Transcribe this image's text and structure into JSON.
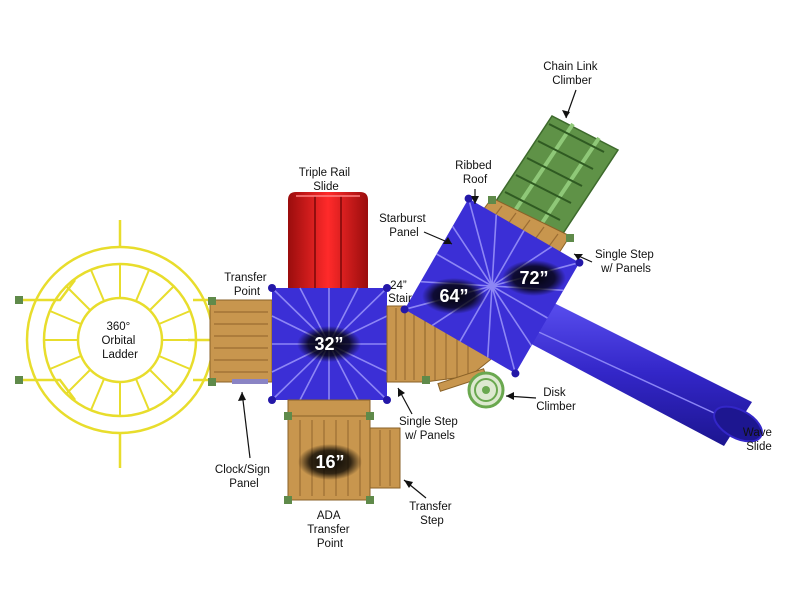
{
  "labels": {
    "chain_link_climber": [
      "Chain Link",
      "Climber"
    ],
    "ribbed_roof": [
      "Ribbed",
      "Roof"
    ],
    "triple_rail_slide": [
      "Triple Rail",
      "Slide"
    ],
    "starburst_panel": [
      "Starburst",
      "Panel"
    ],
    "single_step_top": [
      "Single Step",
      "w/ Panels"
    ],
    "transfer_point": [
      "Transfer",
      "Point"
    ],
    "stair_24": [
      "24”",
      "Stair"
    ],
    "orbital_ladder": [
      "360°",
      "Orbital",
      "Ladder"
    ],
    "disk_climber": [
      "Disk",
      "Climber"
    ],
    "single_step_bottom": [
      "Single Step",
      "w/ Panels"
    ],
    "wave_slide": [
      "Wave",
      "Slide"
    ],
    "clock_sign_panel": [
      "Clock/Sign",
      "Panel"
    ],
    "transfer_step": [
      "Transfer",
      "Step"
    ],
    "ada_transfer_point": [
      "ADA",
      "Transfer",
      "Point"
    ]
  },
  "heights": {
    "deck_32": "32”",
    "deck_64": "64”",
    "deck_72": "72”",
    "deck_16": "16”"
  },
  "colors": {
    "roof_blue": "#3b2fd6",
    "slide_red": "#d41414",
    "wood": "#c8964e",
    "ladder_yellow": "#f2ea3a",
    "climber_green": "#6aa84f",
    "post_green": "#5f8a4a"
  }
}
